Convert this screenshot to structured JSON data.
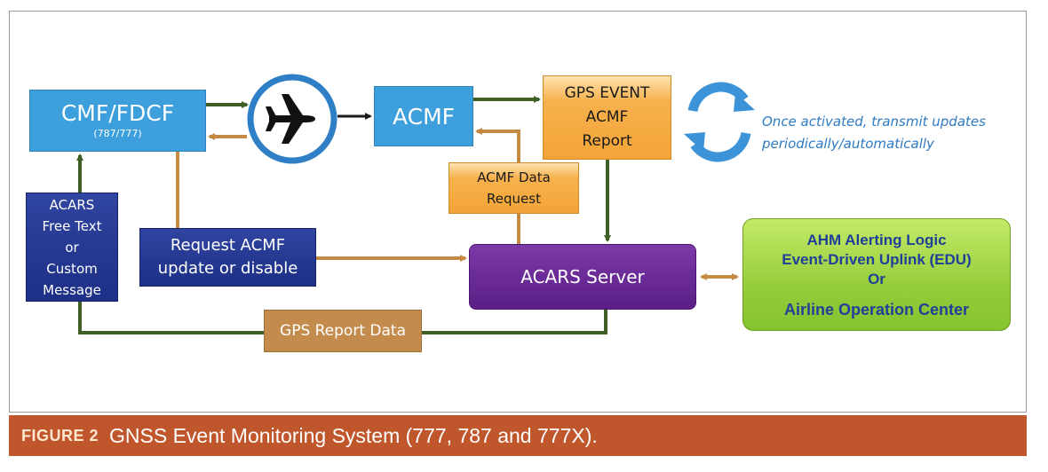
{
  "nodes": {
    "cmf": {
      "title": "CMF/FDCF",
      "subtitle": "(787/777)"
    },
    "acmf": {
      "title": "ACMF"
    },
    "gps_event": {
      "lines": [
        "GPS EVENT",
        "ACMF",
        "Report"
      ]
    },
    "acmf_data_request": {
      "lines": [
        "ACMF Data",
        "Request"
      ]
    },
    "acars_message": {
      "lines": [
        "ACARS",
        "Free Text",
        "or",
        "Custom",
        "Message"
      ]
    },
    "request_acmf": {
      "lines": [
        "Request ACMF",
        "update or disable"
      ]
    },
    "acars_server": {
      "title": "ACARS Server"
    },
    "gps_report_data": {
      "title": "GPS Report Data"
    },
    "ahm": {
      "lines": [
        "AHM Alerting Logic",
        "Event-Driven Uplink (EDU)",
        "Or"
      ],
      "bottom": "Airline Operation Center"
    }
  },
  "note": {
    "lines": [
      "Once activated, transmit updates",
      "periodically/automatically"
    ]
  },
  "caption": {
    "label": "FIGURE 2",
    "title": "GNSS Event Monitoring System (777, 787 and 777X)."
  },
  "colors": {
    "green_arrow": "#3f5f24",
    "orange_arrow": "#c48a44",
    "light_blue": "#3d9fdc",
    "navy": "#1d2f86",
    "purple": "#5b1e86",
    "caption_bg": "#c0562b"
  },
  "icons": {
    "airplane": "airplane-icon",
    "refresh": "refresh-cycle-icon"
  }
}
